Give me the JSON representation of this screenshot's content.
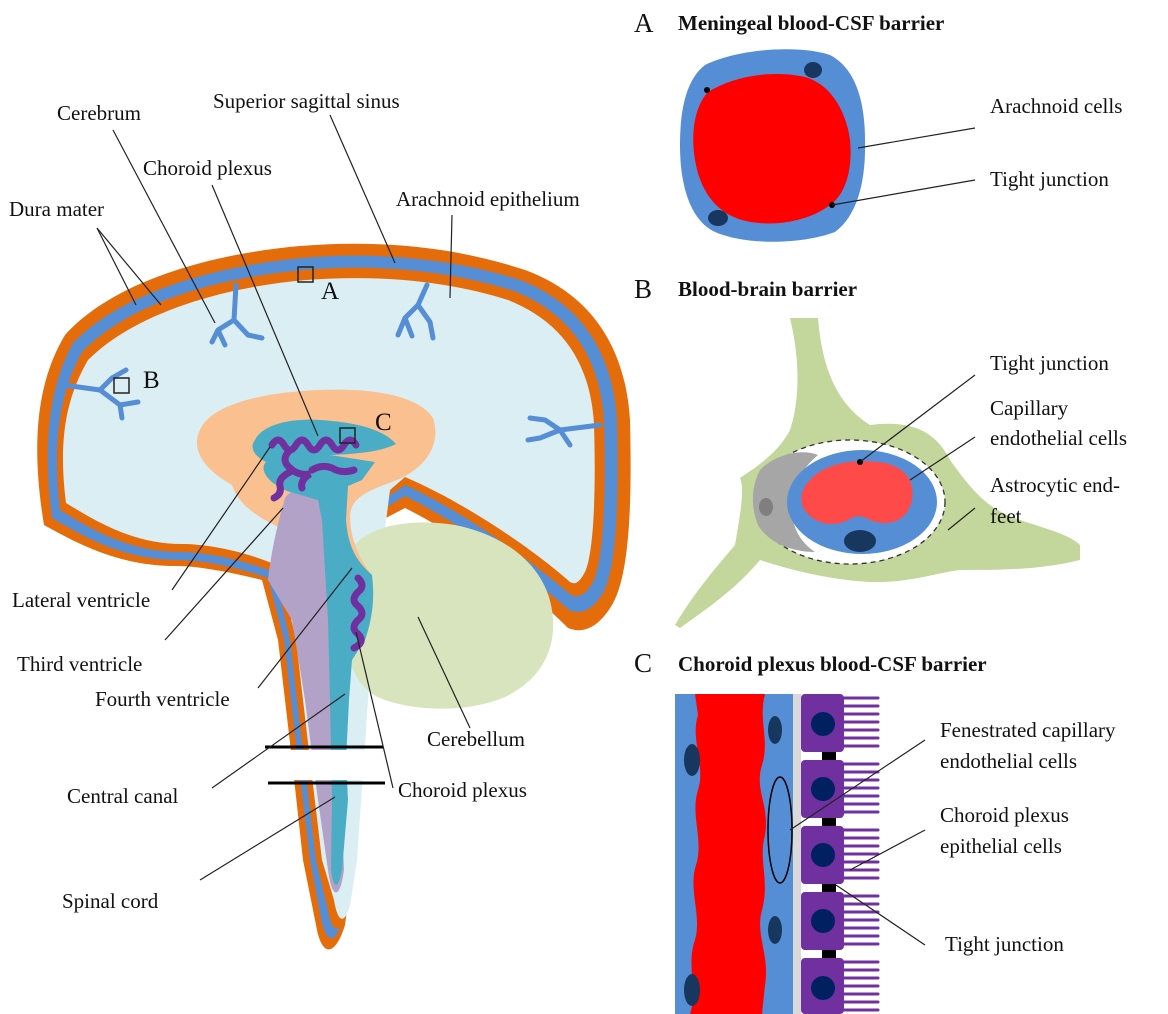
{
  "figure": {
    "brain_labels": {
      "cerebrum": "Cerebrum",
      "superior_sagittal_sinus": "Superior sagittal sinus",
      "choroid_plexus_top": "Choroid plexus",
      "dura_mater": "Dura mater",
      "arachnoid_epithelium": "Arachnoid epithelium",
      "lateral_ventricle": "Lateral ventricle",
      "third_ventricle": "Third ventricle",
      "fourth_ventricle": "Fourth ventricle",
      "cerebellum": "Cerebellum",
      "central_canal": "Central  canal",
      "choroid_plexus_bottom": "Choroid plexus",
      "spinal_cord": "Spinal cord"
    },
    "box_markers": {
      "a": "A",
      "b": "B",
      "c": "C"
    },
    "panels": {
      "a": {
        "letter": "A",
        "title": "Meningeal blood-CSF barrier",
        "labels": {
          "arachnoid_cells": "Arachnoid cells",
          "tight_junction": "Tight junction"
        }
      },
      "b": {
        "letter": "B",
        "title": "Blood-brain barrier",
        "labels": {
          "tight_junction": "Tight junction",
          "capillary_1": "Capillary",
          "capillary_2": "endothelial  cells",
          "astro_1": "Astrocytic end-",
          "astro_2": "feet"
        }
      },
      "c": {
        "letter": "C",
        "title": "Choroid plexus blood-CSF barrier",
        "labels": {
          "fenestrated_1": "Fenestrated capillary",
          "fenestrated_2": "endothelial  cells",
          "choroid_epi_1": "Choroid plexus",
          "choroid_epi_2": "epithelial  cells",
          "tight_junction": "Tight junction"
        }
      }
    },
    "colors": {
      "dura_orange": "#e46c0a",
      "arachnoid_blue": "#558ed5",
      "brain_fill": "#dbeef4",
      "ventricle_teal": "#4bacc6",
      "peach": "#fac090",
      "lavender": "#b2a2c7",
      "cerebellum_green": "#d7e4bd",
      "astrocyte_green": "#c3d69b",
      "blood_red": "#ff0000",
      "plexus_purple": "#7030a0",
      "nucleus_navy": "#002060"
    }
  }
}
